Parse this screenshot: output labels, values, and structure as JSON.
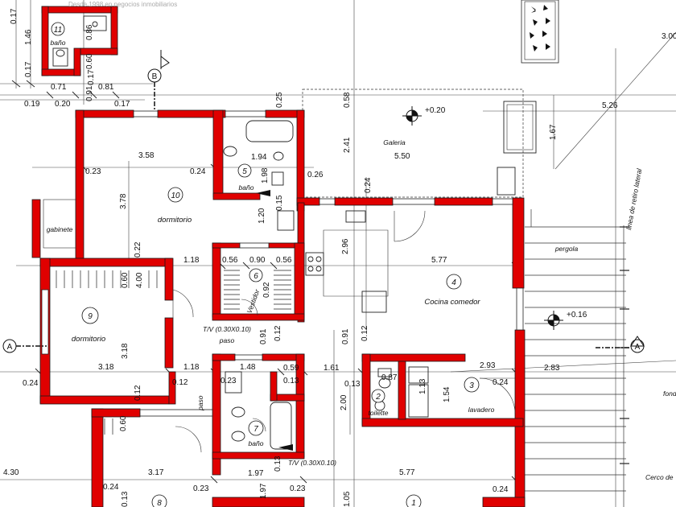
{
  "watermark": "Desde 1998 en negocios inmobiliarios",
  "accent_color": "#e00000",
  "rooms": {
    "r11": {
      "num": "11",
      "name": "baño"
    },
    "r10": {
      "num": "10",
      "name": "dormitorio"
    },
    "r5": {
      "num": "5",
      "name": "baño"
    },
    "r9": {
      "num": "9",
      "name": "dormitorio"
    },
    "r6": {
      "num": "6",
      "name": "Vestidor"
    },
    "r4": {
      "num": "4",
      "name": "Cocina comedor"
    },
    "r7": {
      "num": "7",
      "name": "baño"
    },
    "r2": {
      "num": "2",
      "name": "toilette"
    },
    "r3": {
      "num": "3",
      "name": "lavadero"
    },
    "r8": {
      "num": "8"
    },
    "r1": {
      "num": "1"
    }
  },
  "areas": {
    "gabinete": "gabinete",
    "galeria": "Galeria",
    "pergola": "pergola",
    "paso_a": "paso",
    "paso_b": "paso",
    "retiro": "linea de retiro lateral",
    "cerco": "Cerco de",
    "fondo": "fond"
  },
  "section_marks": {
    "a_left": "A",
    "a_right": "A",
    "b_top": "B"
  },
  "levels": {
    "galeria": "+0.20",
    "patio": "+0.16"
  },
  "notes": {
    "tv_a": "T/V (0.30X0.10)",
    "tv_b": "T/V (0.30X0.10)"
  },
  "dims": {
    "d017a": "0.17",
    "d146": "1.46",
    "d017b": "0.17",
    "d071": "0.71",
    "d081": "0.81",
    "d086": "0.86",
    "d060a": "0.60",
    "d091a": "0.91",
    "d019": "0.19",
    "d020": "0.20",
    "d017c": "0.17",
    "d017d": "0.17",
    "d025": "0.25",
    "d058": "0.58",
    "d241": "2.41",
    "d550": "5.50",
    "d167": "1.67",
    "d526": "5.26",
    "d300": "3.00",
    "d358": "3.58",
    "d194": "1.94",
    "d023a": "0.23",
    "d024a": "0.24",
    "d198": "1.98",
    "d026": "0.26",
    "d024b": "0.24",
    "d378": "3.78",
    "d120": "1.20",
    "d015": "0.15",
    "d296": "2.96",
    "d022": "0.22",
    "d118a": "1.18",
    "d056a": "0.56",
    "d090": "0.90",
    "d056b": "0.56",
    "d577a": "5.77",
    "d060b": "0.60",
    "d400": "4.00",
    "d092": "0.92",
    "d091b": "0.91",
    "d012a": "0.12",
    "d091c": "0.91",
    "d012b": "0.12",
    "d318a": "3.18",
    "d024c": "0.24",
    "d318b": "3.18",
    "d118b": "1.18",
    "d148": "1.48",
    "d059": "0.59",
    "d161": "1.61",
    "d013a": "0.13",
    "d087": "0.87",
    "d113": "1.13",
    "d293": "2.93",
    "d024d": "0.24",
    "d283": "2.83",
    "d012c": "0.12",
    "d023b": "0.23",
    "d013b": "0.13",
    "d154": "1.54",
    "d200": "2.00",
    "d060c": "0.60",
    "d430": "4.30",
    "d317": "3.17",
    "d197a": "1.97",
    "d013c": "0.13",
    "d577b": "5.77",
    "d024e": "0.24",
    "d023c": "0.23",
    "d024f": "0.24",
    "d197b": "1.97",
    "d023d": "0.23",
    "d105": "1.05",
    "d013d": "0.13",
    "d012d": "0.12"
  }
}
